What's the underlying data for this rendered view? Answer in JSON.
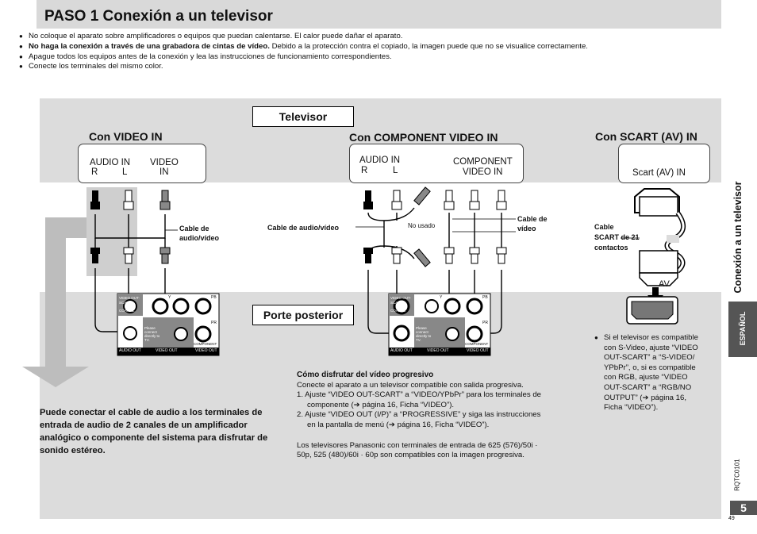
{
  "title": "PASO 1 Conexión a un televisor",
  "bullets": [
    "No coloque el aparato sobre amplificadores o equipos que puedan calentarse. El calor puede dañar el aparato.",
    "No haga la conexión a través de una grabadora de cintas de vídeo.",
    " Debido a la protección contra el copiado, la imagen puede que no se visualice correctamente.",
    "Apague todos los equipos antes de la conexión y lea las instrucciones de funcionamiento correspondientes.",
    "Conecte los terminales del mismo color."
  ],
  "labels": {
    "televisor": "Televisor",
    "porte": "Porte posterior"
  },
  "sections": {
    "video_in": "Con VIDEO IN",
    "component_in": "Con COMPONENT VIDEO IN",
    "scart_in": "Con SCART (AV) IN"
  },
  "tv_video": {
    "audio_in": "AUDIO IN",
    "r": "R",
    "l": "L",
    "video": "VIDEO",
    "in": "IN"
  },
  "tv_component": {
    "audio_in": "AUDIO IN",
    "r": "R",
    "l": "L",
    "component": "COMPONENT",
    "video_in": "VIDEO IN"
  },
  "tv_scart": {
    "label": "Scart (AV) IN"
  },
  "cables": {
    "av_1": "Cable de",
    "av_2": "audio/vídeo",
    "av_combined": "Cable de audio/vídeo",
    "no_usado": "No usado",
    "video_1": "Cable de",
    "video_2": "vídeo",
    "scart_1": "Cable",
    "scart_2": "SCART de 21",
    "scart_3": "contactos",
    "av_plug": "AV"
  },
  "panel_text": {
    "video_out_scart": "VIDEO OUT-SCART",
    "coaxial": "COAXIAL",
    "audio_out": "AUDIO OUT",
    "video_out": "VIDEO OUT",
    "component": "COMPONENT",
    "please": "Please connect directly to TV.",
    "y": "Y",
    "pb": "PB",
    "pr": "PR"
  },
  "stereo_note": "Puede conectar el cable de audio a los terminales de entrada de audio de 2 canales de un amplificador analógico o componente del sistema para disfrutar de sonido estéreo.",
  "progressive": {
    "heading": "Cómo disfrutar del vídeo progresivo",
    "intro": "Conecte el aparato a un televisor compatible con salida progresiva.",
    "step1a": "1. Ajuste “VIDEO OUT-SCART” a “VIDEO/YPbPr” para los terminales de",
    "step1b": "componente (➔ página 16, Ficha “VIDEO”).",
    "step2a": "2. Ajuste “VIDEO OUT (I/P)” a “PROGRESSIVE” y siga las instrucciones",
    "step2b": "en la pantalla de menú (➔ página 16, Ficha “VIDEO”).",
    "note_a": "Los televisores Panasonic con terminales de entrada de 625 (576)/50i ·",
    "note_b": "50p, 525 (480)/60i · 60p son compatibles con la imagen progresiva."
  },
  "scart_note": [
    "Si el televisor es compatible",
    "con S-Video, ajuste “VIDEO",
    "OUT-SCART” a “S-VIDEO/",
    "YPbPr”, o, si es compatible",
    "con RGB, ajuste “VIDEO",
    "OUT-SCART” a “RGB/NO",
    "OUTPUT” (➔ página 16,",
    "Ficha “VIDEO”)."
  ],
  "sidebar": {
    "section": "Conexión a un televisor",
    "language": "ESPAÑOL",
    "code": "RQTC0101",
    "page": "5",
    "footer": "49"
  }
}
